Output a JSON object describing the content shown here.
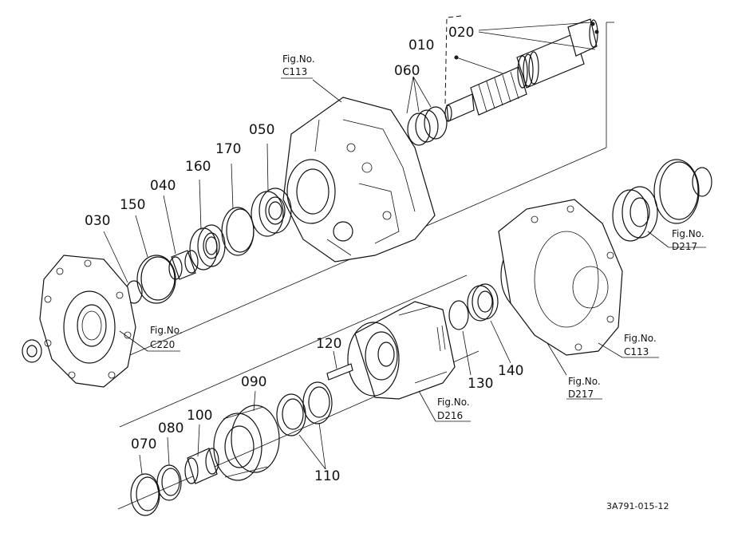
{
  "part_labels": {
    "p010": "010",
    "p020": "020",
    "p030": "030",
    "p040": "040",
    "p050": "050",
    "p060": "060",
    "p070": "070",
    "p080": "080",
    "p090": "090",
    "p100": "100",
    "p110": "110",
    "p120": "120",
    "p130": "130",
    "p140": "140",
    "p150": "150",
    "p160": "160",
    "p170": "170"
  },
  "fig_refs": {
    "c113_top": {
      "prefix": "Fig.No.",
      "code": "C113"
    },
    "c220": {
      "prefix": "Fig.No.",
      "code": "C220"
    },
    "d216": {
      "prefix": "Fig.No.",
      "code": "D216"
    },
    "d217_mid": {
      "prefix": "Fig.No.",
      "code": "D217"
    },
    "d217_right": {
      "prefix": "Fig.No.",
      "code": "D217"
    },
    "c113_right": {
      "prefix": "Fig.No.",
      "code": "C113"
    }
  },
  "drawing_code": "3A791-015-12"
}
